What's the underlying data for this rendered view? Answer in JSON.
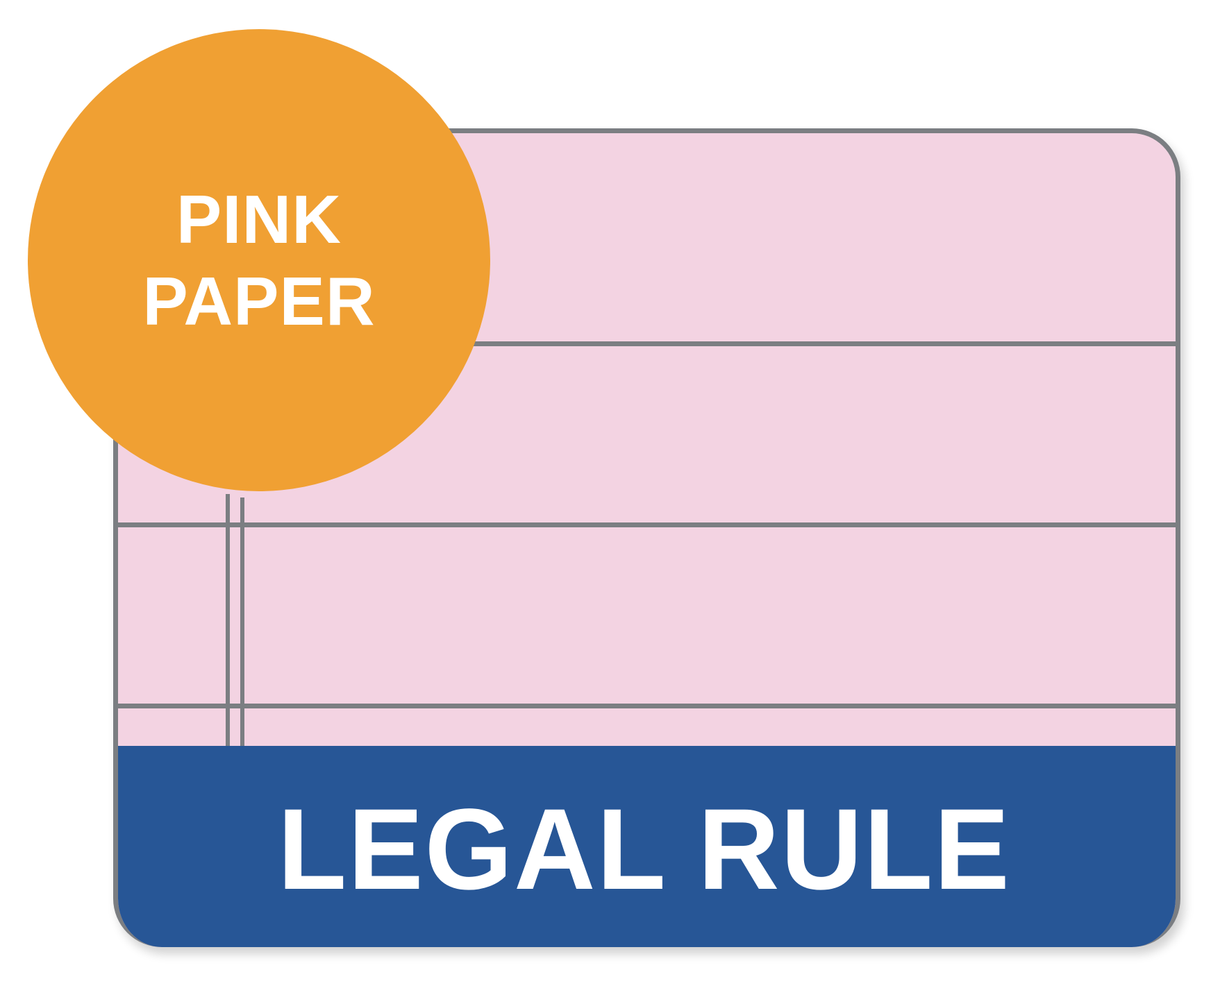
{
  "badge": {
    "line1": "PINK",
    "line2": "PAPER",
    "color": "#f0a033"
  },
  "paper": {
    "fill_color": "#f3d3e2",
    "rule_color": "#7b7e82",
    "ruled_lines": 3,
    "margin_lines": 2
  },
  "band": {
    "label": "LEGAL RULE",
    "color": "#275696"
  }
}
